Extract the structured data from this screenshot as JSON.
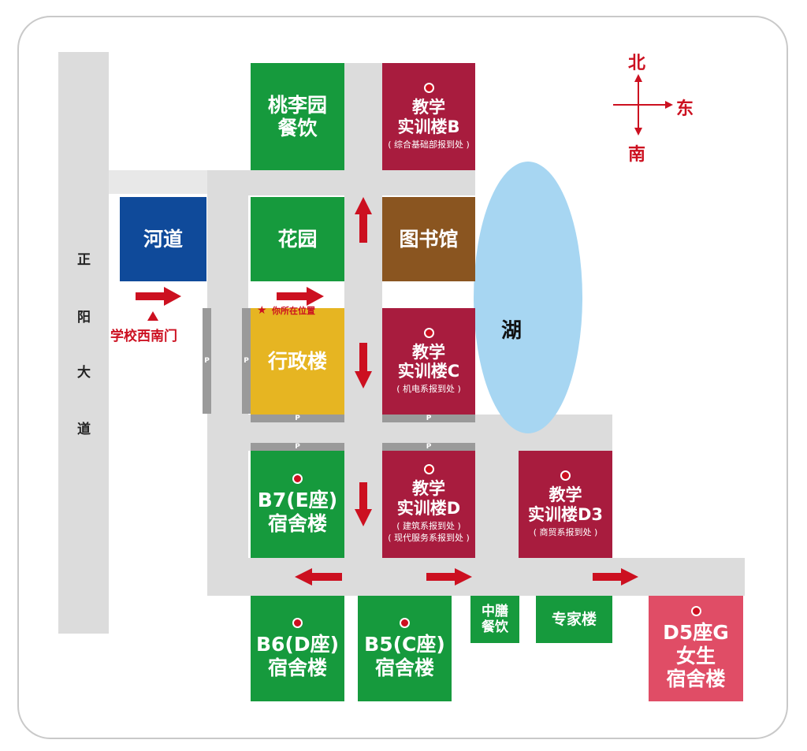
{
  "road": {
    "chars": [
      "正",
      "阳",
      "大",
      "道"
    ]
  },
  "compass": {
    "north": "北",
    "east": "东",
    "south": "南"
  },
  "buildings": {
    "taoliyuan": {
      "line1": "桃李园",
      "line2": "餐饮"
    },
    "b_block": {
      "line1": "教学",
      "line2": "实训楼B",
      "note": "( 综合基础部报到处 )"
    },
    "hedao": {
      "label": "河道"
    },
    "garden": {
      "label": "花园"
    },
    "library": {
      "label": "图书馆"
    },
    "admin": {
      "label": "行政楼"
    },
    "c_block": {
      "line1": "教学",
      "line2": "实训楼C",
      "note": "( 机电系报到处 )"
    },
    "lake": {
      "label": "湖"
    },
    "b7": {
      "line1": "B7(E座)",
      "line2": "宿舍楼"
    },
    "d_block": {
      "line1": "教学",
      "line2": "实训楼D",
      "note1": "( 建筑系报到处 )",
      "note2": "( 现代服务系报到处 )"
    },
    "d3_block": {
      "line1": "教学",
      "line2": "实训楼D3",
      "note": "( 商贸系报到处 )"
    },
    "b6": {
      "line1": "B6(D座)",
      "line2": "宿舍楼"
    },
    "b5": {
      "line1": "B5(C座)",
      "line2": "宿舍楼"
    },
    "zhongshan": {
      "line1": "中膳",
      "line2": "餐饮"
    },
    "experts": {
      "label": "专家楼"
    },
    "d5": {
      "line1": "D5座G",
      "line2": "女生",
      "line3": "宿舍楼"
    }
  },
  "labels": {
    "west_gate": "学校西南门",
    "you_are_here": "你所在位置",
    "parking": "P"
  },
  "colors": {
    "green": "#169a3d",
    "maroon": "#a81c3e",
    "navy": "#0f4a9a",
    "brown": "#8a5520",
    "yellow": "#e6b522",
    "pink": "#e04d66",
    "lake": "#a7d6f2",
    "arrow_red": "#cc1020",
    "road_gray": "#dcdcdc"
  }
}
